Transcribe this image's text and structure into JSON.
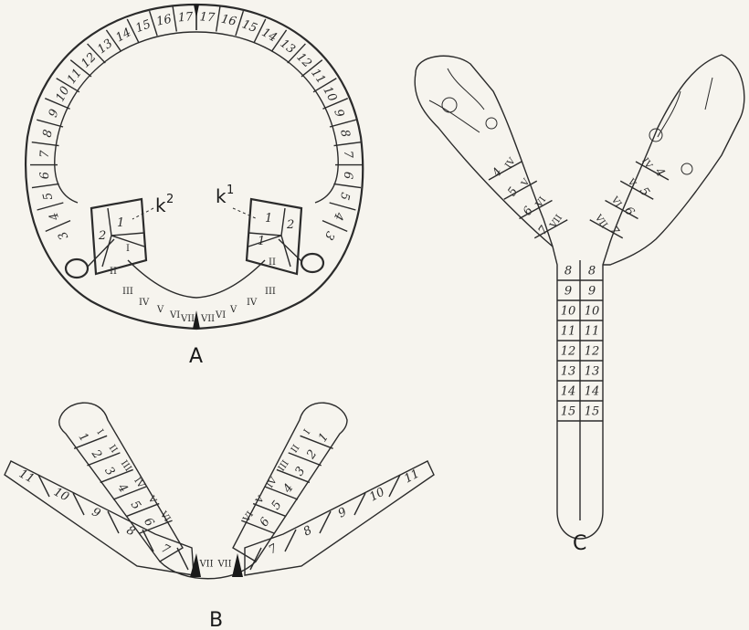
{
  "panels": {
    "A": {
      "label": "A",
      "ring_left": [
        "17",
        "16",
        "15",
        "14",
        "13",
        "12",
        "11",
        "10",
        "9",
        "8",
        "7",
        "6",
        "5",
        "4",
        "3"
      ],
      "ring_right": [
        "17",
        "16",
        "15",
        "14",
        "13",
        "12",
        "11",
        "10",
        "9",
        "8",
        "7",
        "6",
        "5",
        "4",
        "3"
      ],
      "inner_left_arabic": [
        "1",
        "2"
      ],
      "inner_right_arabic": [
        "1",
        "1",
        "2"
      ],
      "inner_roman": [
        "I",
        "II",
        "III",
        "IV",
        "V",
        "VI",
        "VII"
      ],
      "callout_left": {
        "letter": "k",
        "sup": "2"
      },
      "callout_right": {
        "letter": "k",
        "sup": "1"
      }
    },
    "B": {
      "label": "B",
      "outer_left": [
        "11",
        "10",
        "9",
        "8",
        "7"
      ],
      "outer_right": [
        "7",
        "8",
        "9",
        "10",
        "11"
      ],
      "arm_left_arabic": [
        "1",
        "2",
        "3",
        "4",
        "5",
        "6"
      ],
      "arm_right_arabic": [
        "1",
        "2",
        "3",
        "4",
        "5",
        "6"
      ],
      "arm_roman": [
        "I",
        "II",
        "III",
        "IV",
        "V",
        "VI",
        "VII"
      ]
    },
    "C": {
      "label": "C",
      "stem_left": [
        "8",
        "9",
        "10",
        "11",
        "12",
        "13",
        "14",
        "15"
      ],
      "stem_right": [
        "8",
        "9",
        "10",
        "11",
        "12",
        "13",
        "14",
        "15"
      ],
      "arm_left_arabic": [
        "4",
        "5",
        "6",
        "7"
      ],
      "arm_right_arabic": [
        "4",
        "5",
        "6",
        "7"
      ],
      "arm_roman": [
        "IV",
        "V",
        "VI",
        "VII"
      ]
    }
  }
}
